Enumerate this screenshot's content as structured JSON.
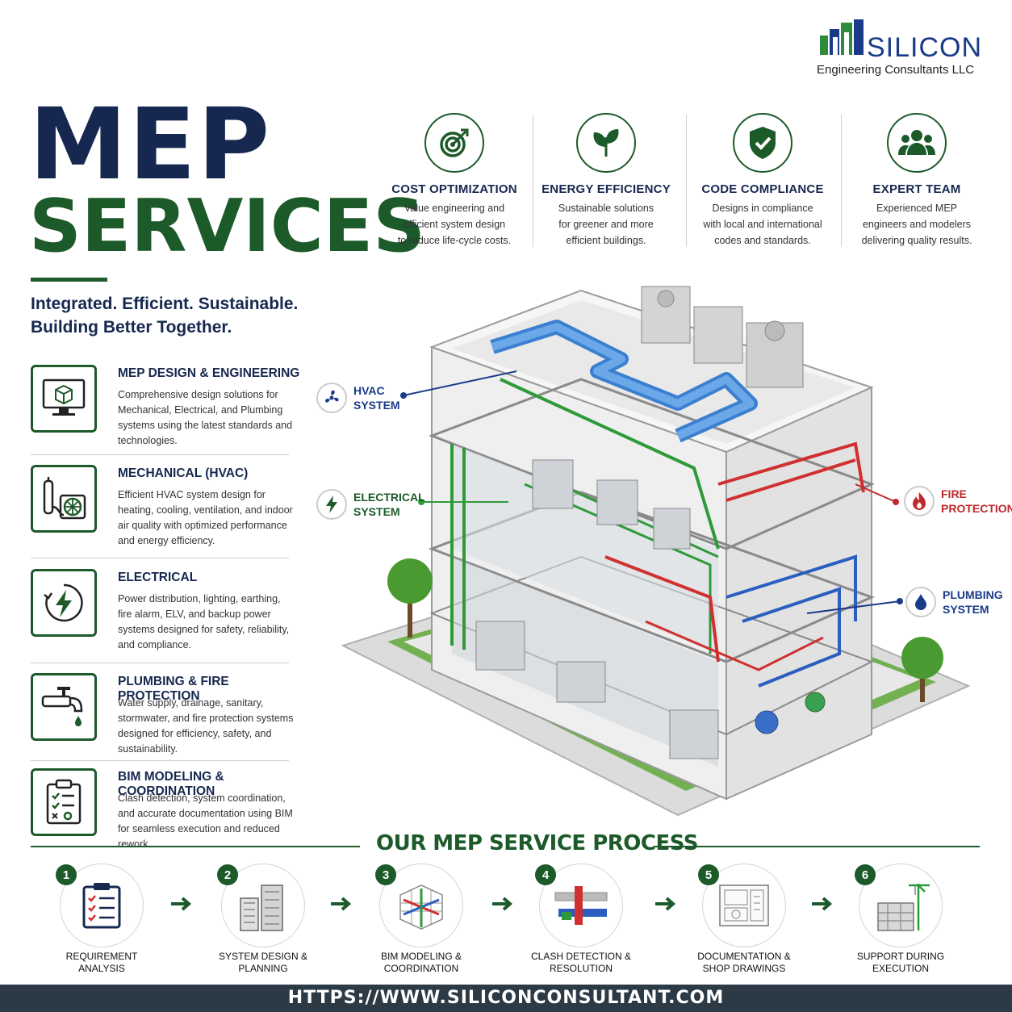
{
  "brand": {
    "name": "SILICON",
    "subtitle": "Engineering Consultants LLC",
    "colors": {
      "navy": "#16284f",
      "green": "#1c5a2a",
      "footer": "#2c3a46"
    }
  },
  "hero": {
    "title_line1": "MEP",
    "title_line2": "SERVICES",
    "tagline_line1": "Integrated. Efficient. Sustainable.",
    "tagline_line2": "Building Better Together."
  },
  "features": [
    {
      "icon": "target-icon",
      "title": "COST OPTIMIZATION",
      "line1": "Value engineering and",
      "line2": "efficient system design",
      "line3": "to reduce life-cycle costs."
    },
    {
      "icon": "leaf-icon",
      "title": "ENERGY EFFICIENCY",
      "line1": "Sustainable solutions",
      "line2": "for greener and more",
      "line3": "efficient buildings."
    },
    {
      "icon": "shield-check-icon",
      "title": "CODE COMPLIANCE",
      "line1": "Designs in compliance",
      "line2": "with local and international",
      "line3": "codes and standards."
    },
    {
      "icon": "team-icon",
      "title": "EXPERT TEAM",
      "line1": "Experienced MEP",
      "line2": "engineers and modelers",
      "line3": "delivering quality results."
    }
  ],
  "services": [
    {
      "icon": "monitor-cube-icon",
      "title": "MEP DESIGN & ENGINEERING",
      "desc": "Comprehensive design solutions for Mechanical, Electrical, and Plumbing systems using the latest standards and technologies."
    },
    {
      "icon": "hvac-unit-icon",
      "title": "MECHANICAL (HVAC)",
      "desc": "Efficient HVAC system design for heating, cooling, ventilation, and indoor air quality with optimized performance and energy efficiency."
    },
    {
      "icon": "lightning-icon",
      "title": "ELECTRICAL",
      "desc": "Power distribution, lighting, earthing, fire alarm, ELV, and backup power systems designed for safety, reliability, and compliance."
    },
    {
      "icon": "faucet-icon",
      "title": "PLUMBING & FIRE PROTECTION",
      "desc": "Water supply, drainage, sanitary, stormwater, and fire protection systems designed for efficiency, safety, and sustainability."
    },
    {
      "icon": "clipboard-checklist-icon",
      "title": "BIM MODELING & COORDINATION",
      "desc": "Clash detection, system coordination, and accurate documentation using BIM for seamless execution and reduced rework."
    }
  ],
  "callouts": {
    "hvac": "HVAC\nSYSTEM",
    "electrical": "ELECTRICAL\nSYSTEM",
    "fire": "FIRE\nPROTECTION",
    "plumbing": "PLUMBING\nSYSTEM",
    "colors": {
      "hvac": "#1a3a8a",
      "electrical": "#1c5a2a",
      "fire": "#c0282a",
      "plumbing": "#1a3a8a"
    }
  },
  "process": {
    "title": "OUR MEP SERVICE PROCESS",
    "steps": [
      {
        "num": "1",
        "label": "REQUIREMENT\nANALYSIS"
      },
      {
        "num": "2",
        "label": "SYSTEM DESIGN &\nPLANNING"
      },
      {
        "num": "3",
        "label": "BIM MODELING &\nCOORDINATION"
      },
      {
        "num": "4",
        "label": "CLASH DETECTION &\nRESOLUTION"
      },
      {
        "num": "5",
        "label": "DOCUMENTATION &\nSHOP DRAWINGS"
      },
      {
        "num": "6",
        "label": "SUPPORT DURING\nEXECUTION"
      }
    ]
  },
  "footer": {
    "url": "HTTPS://WWW.SILICONCONSULTANT.COM"
  }
}
